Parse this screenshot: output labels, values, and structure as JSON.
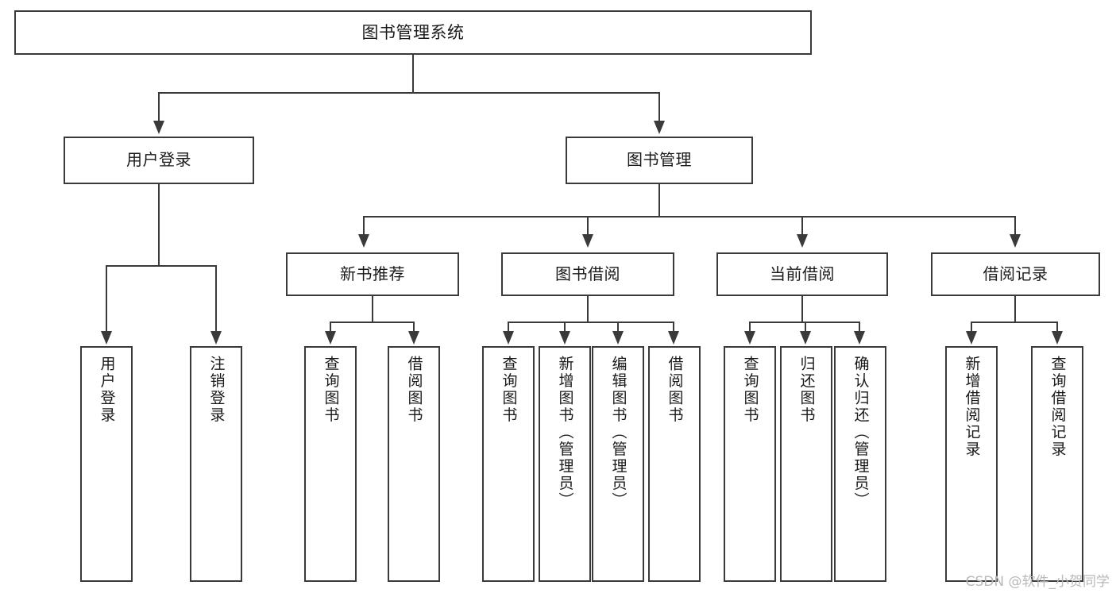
{
  "diagram": {
    "title": "图书管理系统",
    "type": "tree-hierarchy-diagram",
    "watermark": "CSDN @软件_小贺同学",
    "colors": {
      "stroke": "#3a3a3a",
      "text": "#1a1a1a",
      "background": "#ffffff",
      "watermark": "#b9b9b9"
    }
  },
  "root": {
    "label": "图书管理系统"
  },
  "level2": [
    {
      "label": "用户登录"
    },
    {
      "label": "图书管理"
    }
  ],
  "level3": [
    {
      "label": "新书推荐"
    },
    {
      "label": "图书借阅"
    },
    {
      "label": "当前借阅"
    },
    {
      "label": "借阅记录"
    }
  ],
  "leaves": {
    "user_login": [
      {
        "label": "用户登录"
      },
      {
        "label": "注销登录"
      }
    ],
    "new_book_recommend": [
      {
        "label": "查询图书"
      },
      {
        "label": "借阅图书"
      }
    ],
    "book_borrow": [
      {
        "label": "查询图书"
      },
      {
        "label": "新增图书（管理员）"
      },
      {
        "label": "编辑图书（管理员）"
      },
      {
        "label": "借阅图书"
      }
    ],
    "current_borrow": [
      {
        "label": "查询图书"
      },
      {
        "label": "归还图书"
      },
      {
        "label": "确认归还（管理员）"
      }
    ],
    "borrow_record": [
      {
        "label": "新增借阅记录"
      },
      {
        "label": "查询借阅记录"
      }
    ]
  }
}
